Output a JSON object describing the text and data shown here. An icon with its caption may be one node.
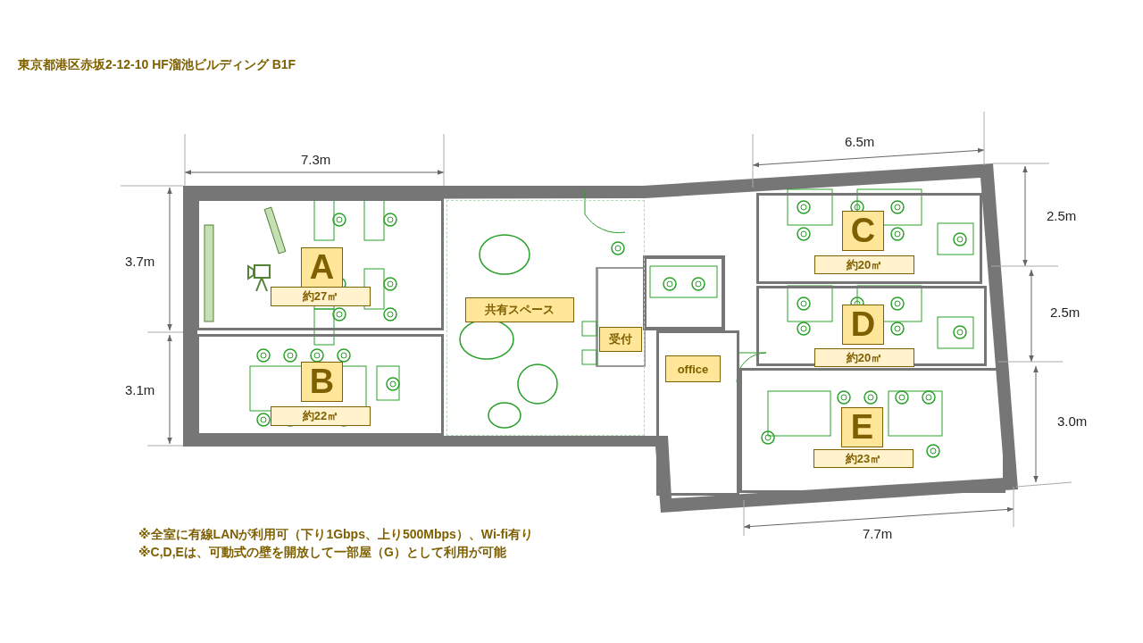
{
  "diagram": {
    "nodes": [
      {
        "text": [
          "A",
          "約27㎡"
        ]
      },
      {
        "text": [
          "B",
          "約22㎡"
        ]
      },
      {
        "text": [
          "共有スペース"
        ]
      },
      {
        "text": [
          "受付"
        ],
        "in": 2
      },
      {
        "text": [
          "office"
        ]
      },
      {
        "text": [
          "C",
          "約20㎡"
        ]
      },
      {
        "text": [
          "D",
          "約20㎡"
        ]
      },
      {
        "text": [
          "E",
          "約23㎡"
        ]
      }
    ],
    "labels": [
      "東京都港区赤坂2-12-10 HF溜池ビルディング B1F",
      "7.3m",
      "3.7m",
      "3.1m",
      "6.5m",
      "2.5m",
      "2.5m",
      "3.0m",
      "7.7m",
      "※全室に有線LANが利用可（下り1Gbps、上り500Mbps）、Wi-fi有り",
      "※C,D,Eは、可動式の壁を開放して一部屋（G）として利用が可能"
    ]
  }
}
